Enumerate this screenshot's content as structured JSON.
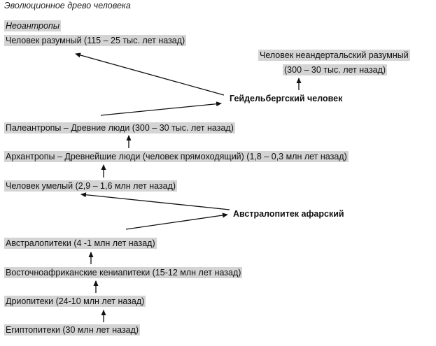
{
  "title": "Эволюционное древо человека",
  "neoanthropes_label": "Неоантропы",
  "nodes": {
    "homo_sapiens": "Человек разумный  (115 – 25 тыс. лет назад)",
    "neanderthal_name": "Человек неандертальский разумный",
    "neanderthal_dates": "(300 – 30 тыс. лет назад)",
    "heidelberg": "Гейдельбергский человек",
    "paleoanthropes": "Палеантропы – Древние люди  (300 – 30 тыс. лет назад)",
    "archanthropes": "Архантропы – Древнейшие люди (человек прямоходящий)  (1,8 – 0,3 млн лет назад)",
    "homo_habilis": "Человек умелый (2,9 – 1,6 млн лет назад)",
    "afarensis": "Австралопитек афарский",
    "australopithecus": "Австралопитеки (4 -1 млн лет назад)",
    "kenyapithecus": "Восточноафриканские кениапитеки (15-12 млн лет назад)",
    "dryopithecus": "Дриопитеки (24-10 млн лет назад)",
    "aegyptopithecus": "Египтопитеки (30 млн лет назад)"
  },
  "colors": {
    "box_fill": "#d4d4d4",
    "text": "#111111",
    "arrow": "#111111"
  }
}
